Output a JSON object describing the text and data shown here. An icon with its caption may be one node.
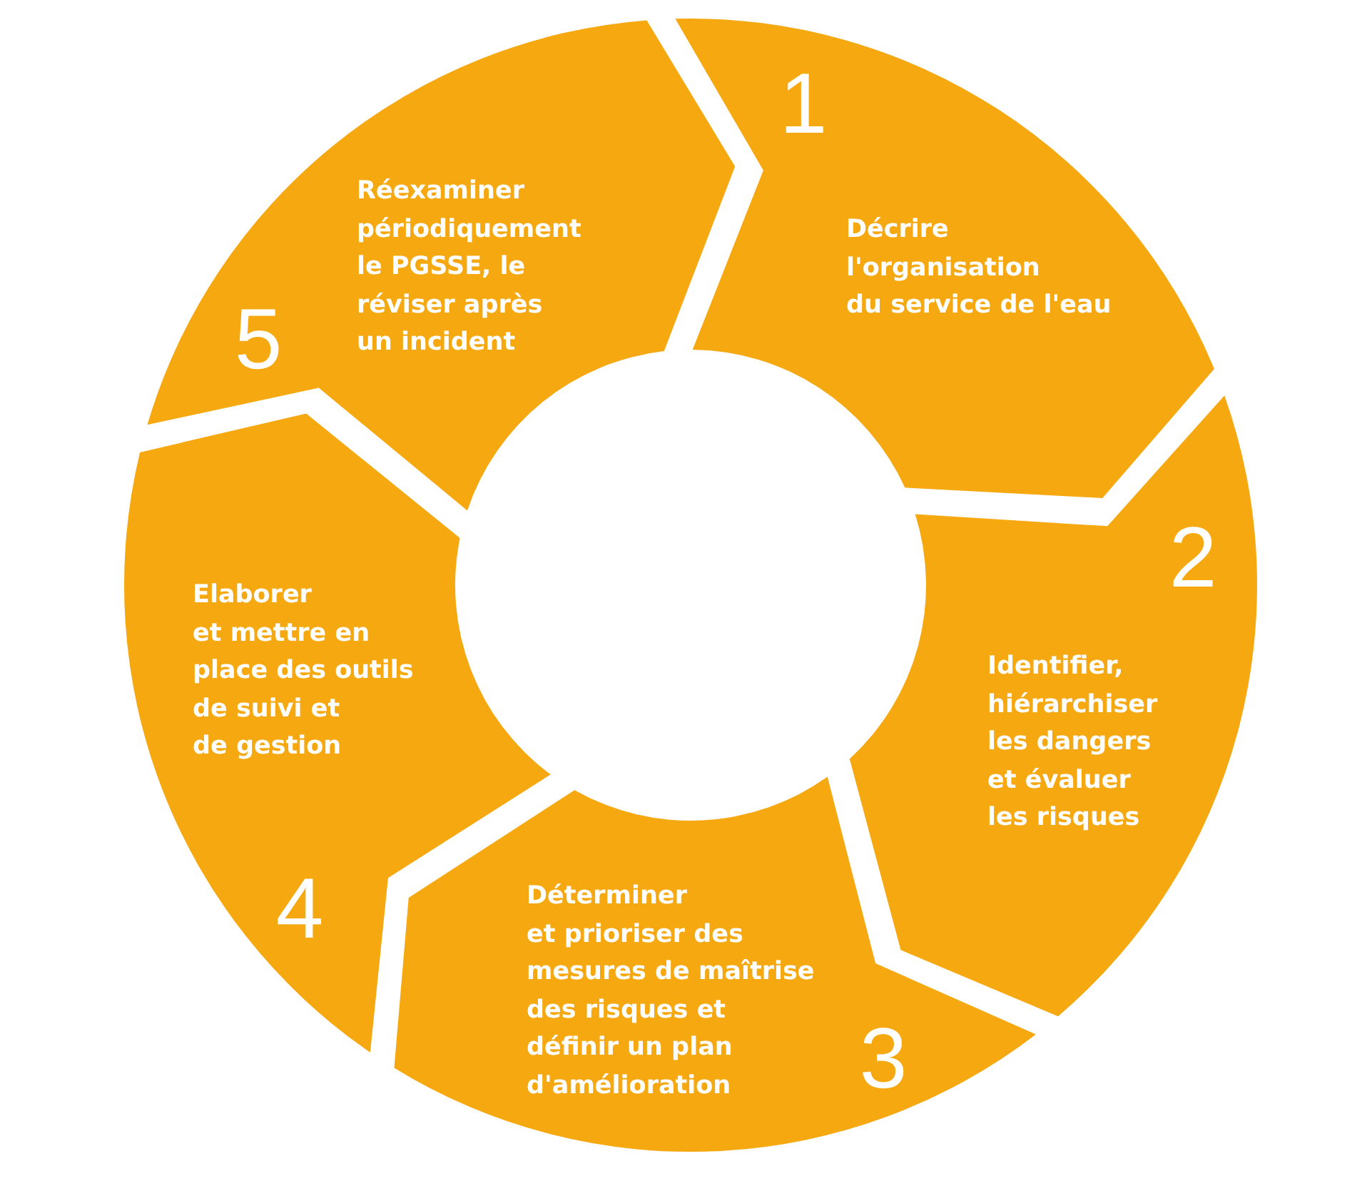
{
  "diagram": {
    "nodes": [
      {
        "text": [
          "1",
          "Décrire l'organisation du service de l'eau"
        ]
      },
      {
        "text": [
          "2",
          "Identifier, hiérarchiser les dangers et évaluer les risques"
        ]
      },
      {
        "text": [
          "Déterminer et prioriser des mesures de maîtrise des risques et définir un plan d'amélioration",
          "3"
        ]
      },
      {
        "text": [
          "Elaborer et mettre en place des outils de suivi et de gestion",
          "4"
        ]
      },
      {
        "text": [
          "5",
          "Réexaminer périodiquement le PGSSE, le réviser après un incident"
        ]
      }
    ]
  }
}
